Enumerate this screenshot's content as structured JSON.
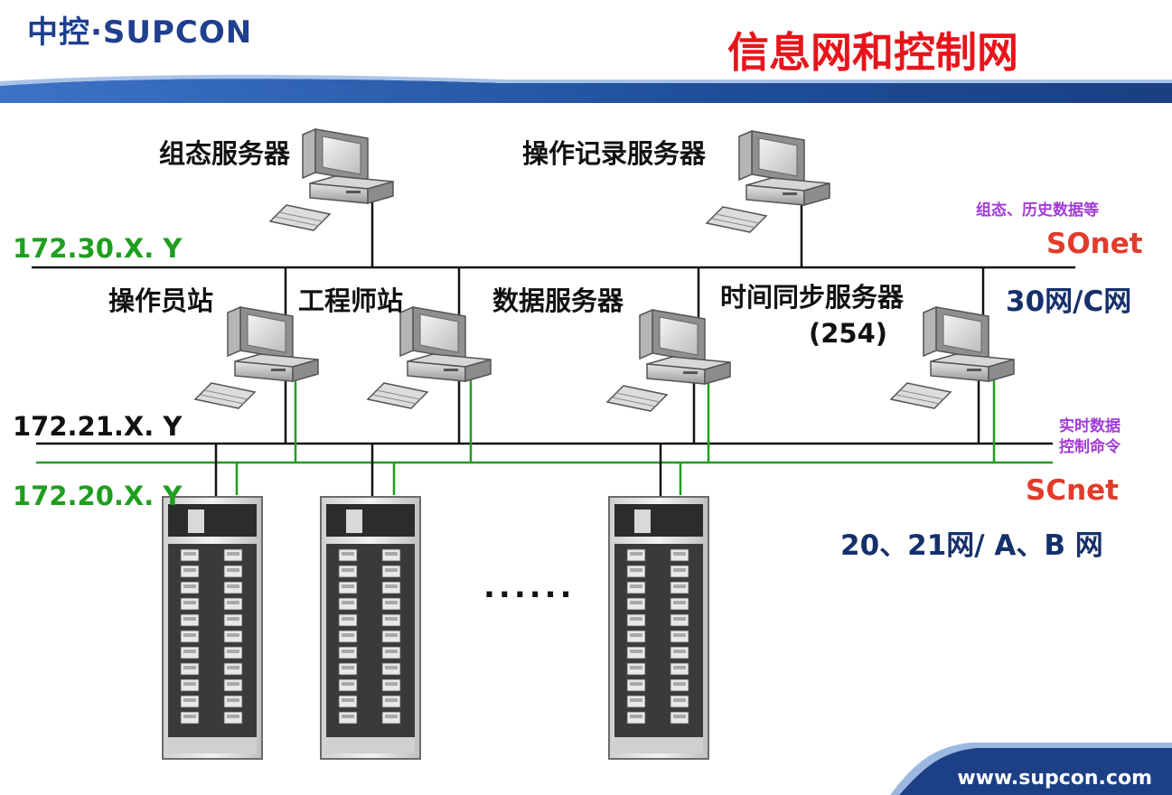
{
  "header": {
    "logo": "中控·SUPCON",
    "title": "信息网和控制网"
  },
  "nodes": {
    "config_server": "组态服务器",
    "oplog_server": "操作记录服务器",
    "operator_station": "操作员站",
    "engineer_station": "工程师站",
    "data_server": "数据服务器",
    "time_sync_server": "时间同步服务器",
    "time_sync_addr": "(254)"
  },
  "networks": {
    "ip_30": "172.30.X. Y",
    "ip_21": "172.21.X. Y",
    "ip_20": "172.20.X. Y",
    "sonet_note": "组态、历史数据等",
    "sonet_name": "SOnet",
    "sonet_desc": "30网/C网",
    "scnet_note_1": "实时数据",
    "scnet_note_2": "控制命令",
    "scnet_name": "SCnet",
    "scnet_desc": "20、21网/ A、B 网"
  },
  "ellipsis": "......",
  "footer": {
    "url": "www.supcon.com"
  },
  "colors": {
    "brand_blue": "#1f3f8f",
    "title_red": "#e8141b",
    "scnet_green": "#1f9e1f",
    "note_purple": "#a23ad6",
    "navy": "#15306b"
  }
}
